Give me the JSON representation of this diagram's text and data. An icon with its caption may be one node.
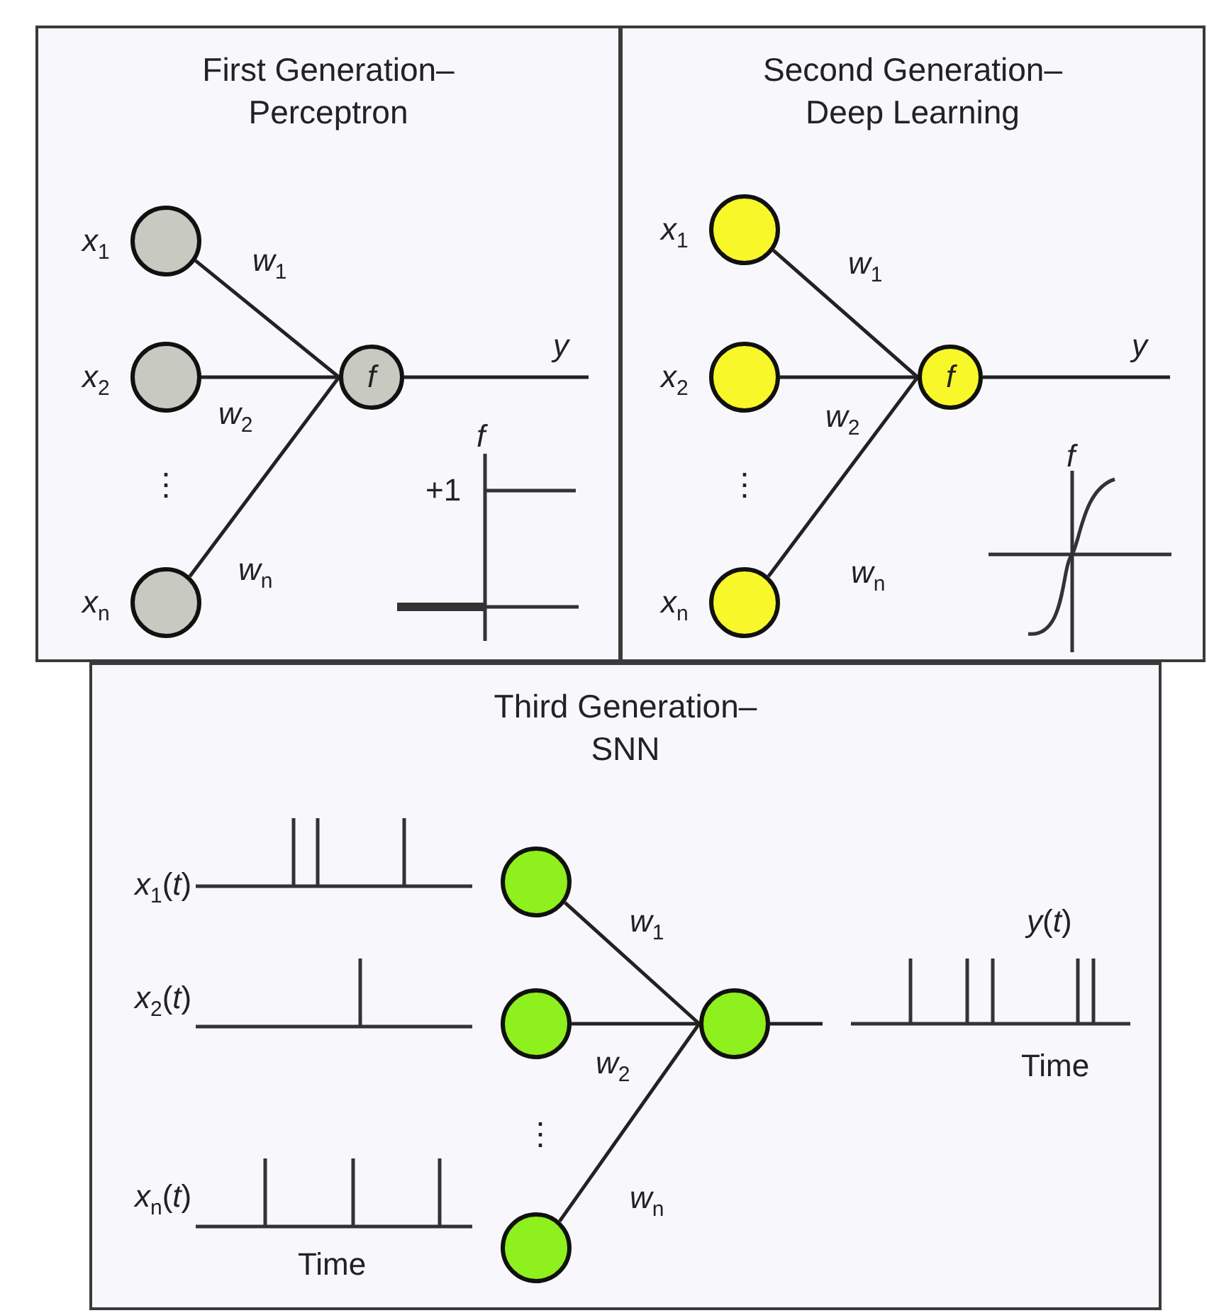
{
  "diagram": {
    "nodes": [
      {
        "text": [
          "First Generation– Perceptron"
        ]
      },
      {
        "text": [],
        "shape": "circle",
        "in": 0,
        "beside": [
          "*x*$_{1}$"
        ]
      },
      {
        "text": [],
        "shape": "circle",
        "in": 0,
        "beside": [
          "*x*$_{2}$"
        ]
      },
      {
        "text": [],
        "shape": "circle",
        "in": 0,
        "beside": [
          "*x*$_{n}$"
        ]
      },
      {
        "text": [
          "f"
        ],
        "in": 0
      },
      {
        "text": [
          "Second Generation– Deep Learning"
        ]
      },
      {
        "text": [],
        "shape": "circle",
        "in": 5,
        "beside": [
          "*x*$_{1}$"
        ]
      },
      {
        "text": [],
        "shape": "circle",
        "in": 5,
        "beside": [
          "*x*$_{2}$"
        ]
      },
      {
        "text": [],
        "shape": "circle",
        "in": 5,
        "beside": [
          "*x*$_{n}$"
        ]
      },
      {
        "text": [
          "f"
        ],
        "in": 5
      },
      {
        "text": [
          "Third Generation– SNN"
        ]
      },
      {
        "text": [],
        "shape": "circle",
        "in": 10
      },
      {
        "text": [],
        "shape": "circle",
        "in": 10
      },
      {
        "text": [],
        "shape": "circle",
        "in": 10
      },
      {
        "text": [],
        "shape": "circle",
        "in": 10
      }
    ],
    "edges": [
      {
        "from": 1,
        "to": 4,
        "arrow": "none",
        "label": "*w*$_{1}$"
      },
      {
        "from": 2,
        "to": 4,
        "arrow": "none",
        "label": "*w*$_{2}$"
      },
      {
        "from": 3,
        "to": 4,
        "arrow": "none",
        "label": "*w*$_{n}$"
      },
      {
        "from": 4,
        "to": null,
        "arrow": "none",
        "label": "y"
      },
      {
        "from": 6,
        "to": 9,
        "arrow": "none",
        "label": "*w*$_{1}$"
      },
      {
        "from": 7,
        "to": 9,
        "arrow": "none",
        "label": "*w*$_{2}$"
      },
      {
        "from": 8,
        "to": 9,
        "arrow": "none",
        "label": "*w*$_{n}$"
      },
      {
        "from": 9,
        "to": null,
        "arrow": "none",
        "label": "y"
      },
      {
        "from": 11,
        "to": 14,
        "arrow": "none",
        "label": "*w*$_{1}$"
      },
      {
        "from": 12,
        "to": 14,
        "arrow": "none",
        "label": "*w*$_{2}$"
      },
      {
        "from": 13,
        "to": 14,
        "arrow": "none",
        "label": "*w*$_{n}$"
      },
      {
        "from": 14,
        "to": null,
        "arrow": "none"
      }
    ],
    "labels": [
      "⋮",
      "*f*",
      "+1",
      "⋮",
      "*f*",
      "*x*$_{1}$(*t*)",
      "*x*$_{2}$(*t*)",
      "*x*$_{n}$(*t*)",
      "Time",
      "⋮",
      "*y*(*t*)",
      "Time"
    ]
  }
}
